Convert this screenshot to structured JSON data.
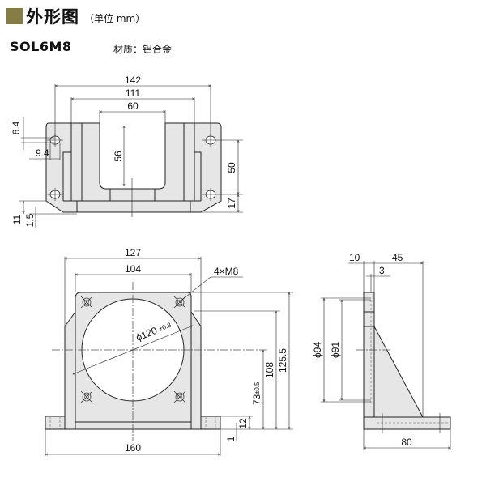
{
  "header": {
    "title": "外形图",
    "unit": "（单位 mm）",
    "marker_color": "#857d45"
  },
  "model": "SOL6M8",
  "material": "材质：铝合金",
  "views": {
    "top_view": {
      "dims": {
        "d142": "142",
        "d111": "111",
        "d60": "60",
        "d56": "56",
        "d6_4": "6.4",
        "d9_4": "9.4",
        "d50": "50",
        "d17": "17",
        "d11": "11",
        "d1_5": "1.5"
      }
    },
    "front_view": {
      "dims": {
        "d127": "127",
        "d104": "104",
        "thread": "4×M8",
        "phi120": "ϕ120",
        "phi120_tol": "±0.3",
        "d125_5": "125.5",
        "d108": "108",
        "d73": "73",
        "d73_tol": "±0.5",
        "d12": "12",
        "d1": "1",
        "d160": "160"
      }
    },
    "side_view": {
      "dims": {
        "d10": "10",
        "d45": "45",
        "d3": "3",
        "phi94": "ϕ94",
        "phi91": "ϕ91",
        "d80": "80"
      }
    }
  },
  "colors": {
    "part_fill": "#e6e6e6",
    "line": "#222222"
  }
}
